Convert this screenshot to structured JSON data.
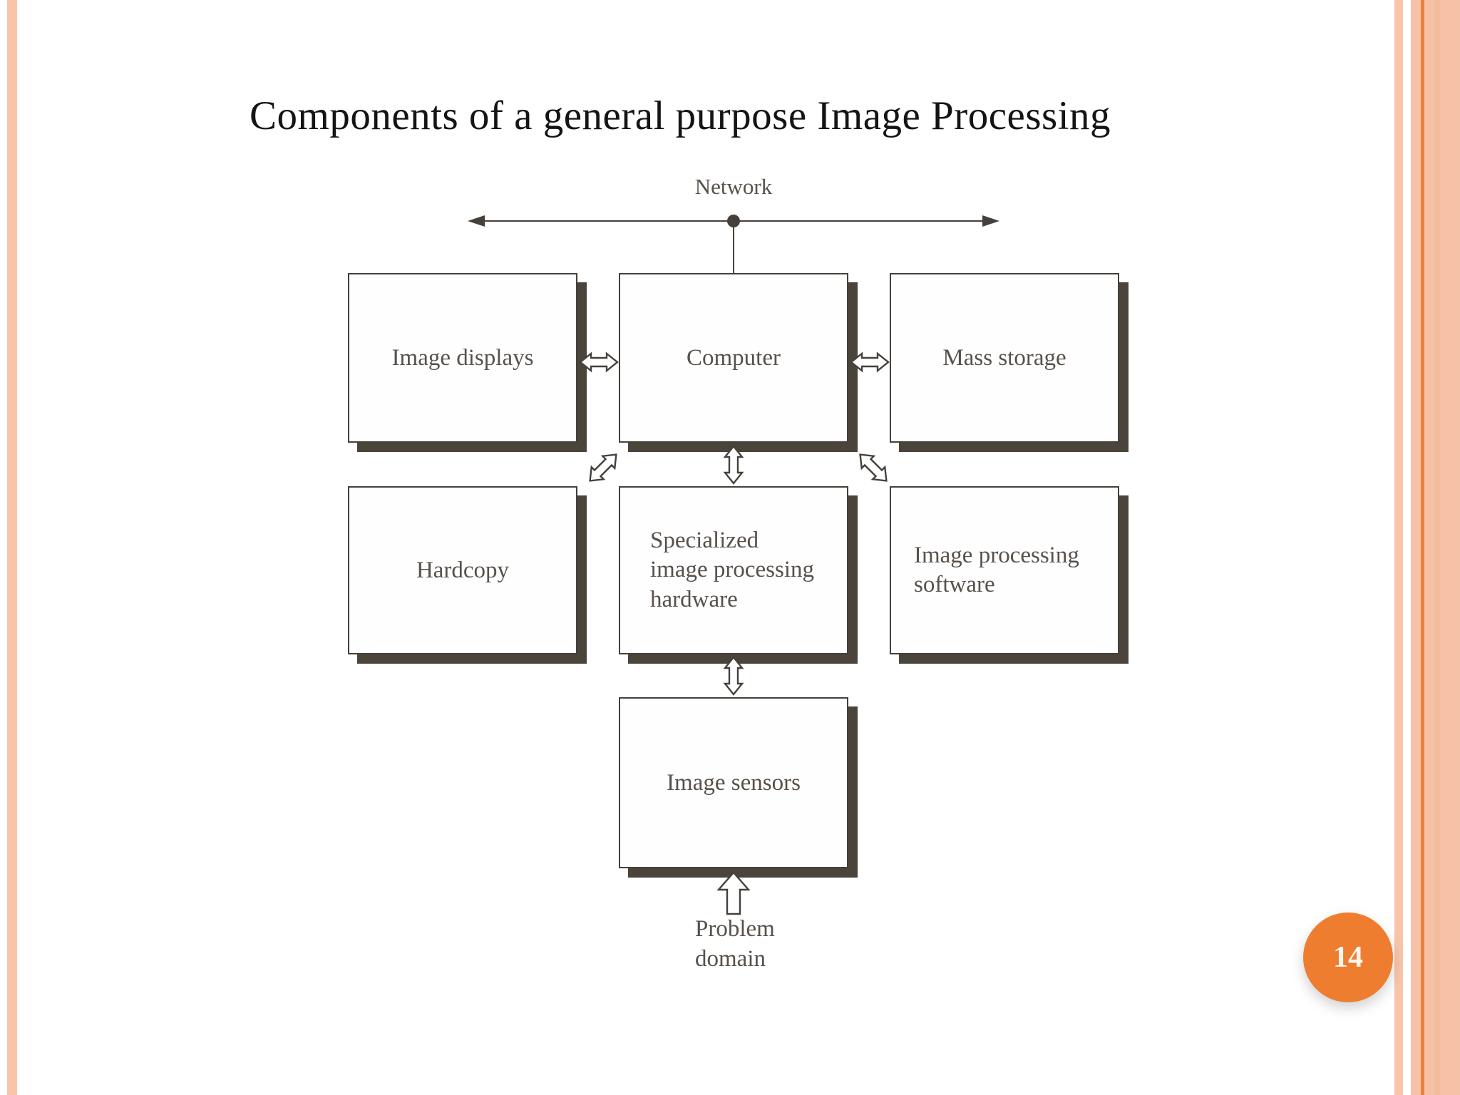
{
  "slide": {
    "title": "Components of a general purpose Image Processing",
    "page_number": "14"
  },
  "diagram": {
    "network_label": "Network",
    "row1": [
      {
        "label": "Image displays"
      },
      {
        "label": "Computer"
      },
      {
        "label": "Mass storage"
      }
    ],
    "row2_left": {
      "label": "Hardcopy"
    },
    "row2_center": {
      "lines": [
        "Specialized",
        "image processing",
        "hardware"
      ]
    },
    "row2_right": {
      "lines": [
        "Image processing",
        "software"
      ]
    },
    "row3": {
      "label": "Image sensors"
    },
    "problem_domain": {
      "lines": [
        "Problem",
        "domain"
      ]
    }
  },
  "icons": {
    "h_double_arrow": "double-headed horizontal block arrow",
    "v_double_arrow": "double-headed vertical block arrow",
    "diag_double_arrow": "double-headed diagonal block arrow",
    "up_arrow": "upward block arrow",
    "network_bus": "double-headed line with center node"
  },
  "colors": {
    "accent_orange": "#ef7d2f",
    "badge_text": "#fdf7ef",
    "stripe_peach": "#f9c5aa",
    "stripe_band": "#f6c2a7",
    "stripe_line_orange": "#e9823b",
    "stripe_line_soft": "#f3bb9e",
    "ink_dark": "#45403a",
    "shadow_dark": "#4a443b",
    "box_text": "#57514b",
    "title_text": "#141414"
  }
}
